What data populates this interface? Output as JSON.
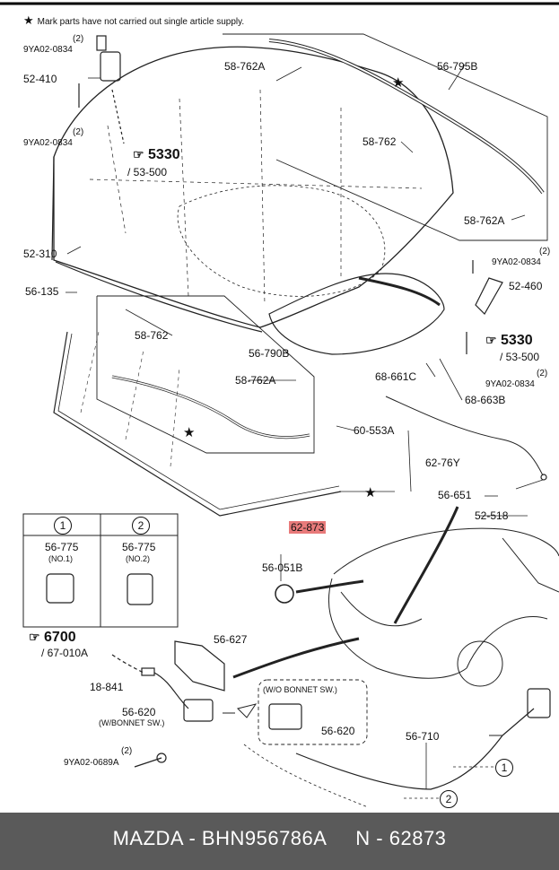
{
  "note": {
    "symbol": "★",
    "text": "Mark parts have not carried out single article supply."
  },
  "labels": {
    "p9ya02_0834_top_qty": "(2)",
    "p9ya02_0834_top": "9YA02-0834",
    "p52_410": "52-410",
    "p9ya02_0834_mid_qty": "(2)",
    "p9ya02_0834_mid": "9YA02-0834",
    "p52_310": "52-310",
    "p56_135": "56-135",
    "p58_762_left": "58-762",
    "p56_790b": "56-790B",
    "p58_762a_left": "58-762A",
    "p58_762a_top": "58-762A",
    "p56_795b": "56-795B",
    "p58_762_top": "58-762",
    "p58_762a_right": "58-762A",
    "p9ya02_0834_r1_qty": "(2)",
    "p9ya02_0834_r1": "9YA02-0834",
    "p52_460": "52-460",
    "p9ya02_0834_r2_qty": "(2)",
    "p9ya02_0834_r2": "9YA02-0834",
    "p68_661c": "68-661C",
    "p68_663b": "68-663B",
    "p60_553a": "60-553A",
    "p62_76y": "62-76Y",
    "p56_651": "56-651",
    "p52_518": "52-518",
    "p62_873": "62-873",
    "p56_051b": "56-051B",
    "p56_627": "56-627",
    "p18_841": "18-841",
    "p56_620_a": "56-620",
    "p56_620_a_sub": "(W/BONNET SW.)",
    "p9ya02_0689a_qty": "(2)",
    "p9ya02_0689a": "9YA02-0689A",
    "wo_bonnet": "(W/O BONNET SW.)",
    "p56_620_b": "56-620",
    "p56_710": "56-710",
    "callout_1": "1",
    "callout_2": "2"
  },
  "refs": {
    "r5330_left": "5330",
    "r5330_left_sub": "/ 53-500",
    "r5330_right": "5330",
    "r5330_right_sub": "/ 53-500",
    "r6700": "6700",
    "r6700_sub": "/ 67-010A"
  },
  "table": {
    "headers": [
      "1",
      "2"
    ],
    "parts": [
      "56-775",
      "56-775"
    ],
    "variants": [
      "(NO.1)",
      "(NO.2)"
    ]
  },
  "footer": {
    "text": "MAZDA - BHN956786A     N - 62873"
  },
  "highlight_color": "#e87a7a"
}
